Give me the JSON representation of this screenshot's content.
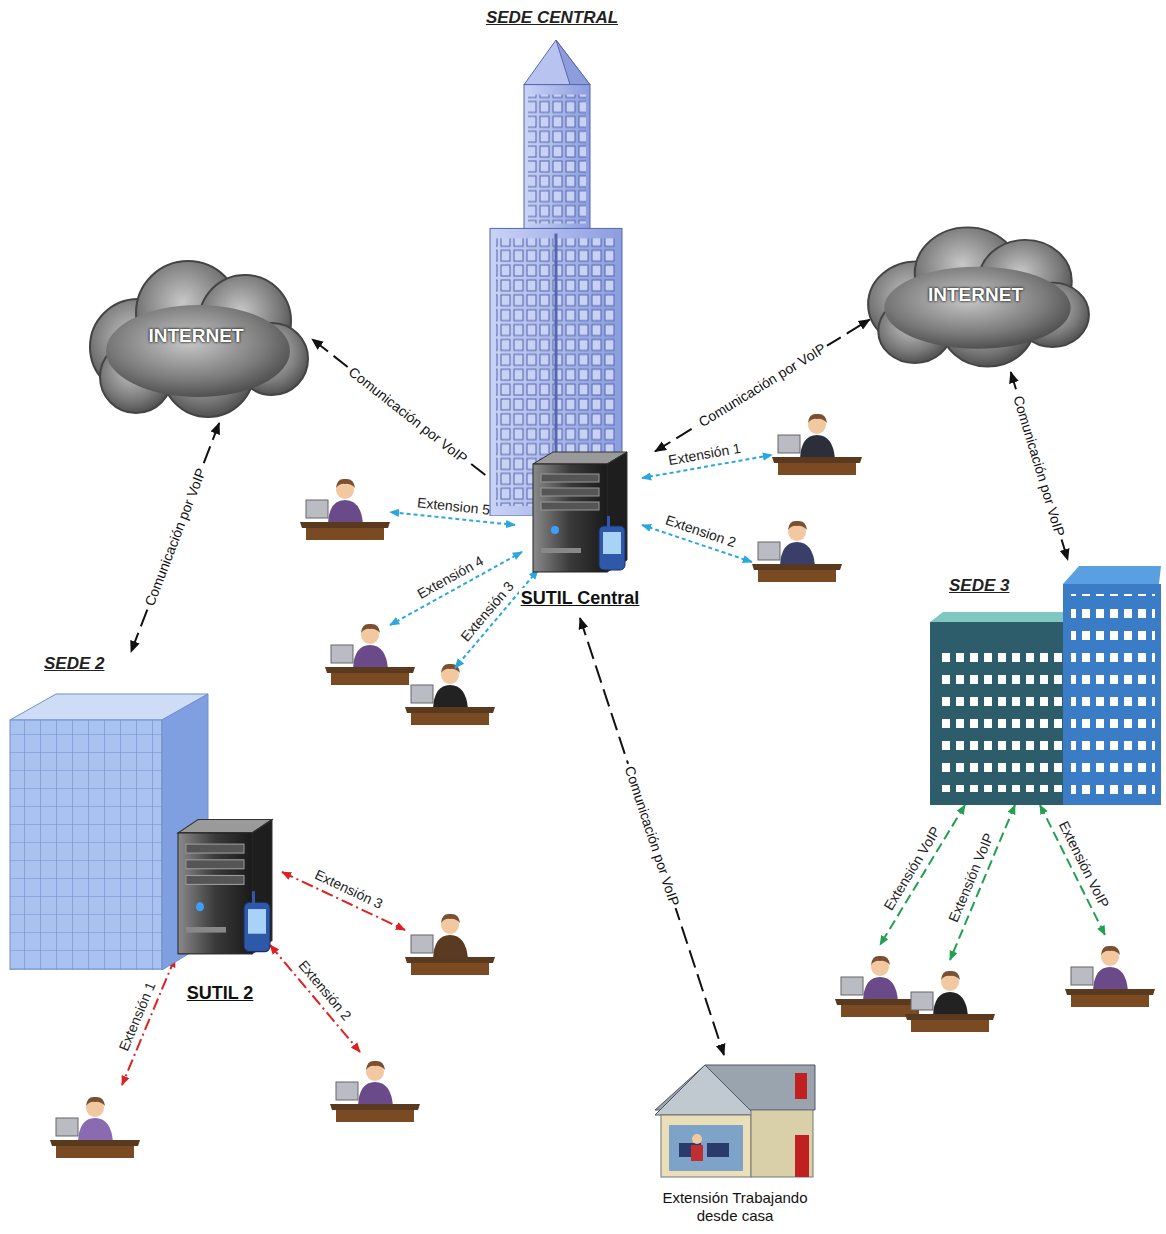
{
  "diagram": {
    "nodes": [
      {
        "text": [
          "SEDE CENTRAL"
        ]
      },
      {
        "text": [
          "SUTIL Central"
        ]
      },
      {
        "text": [
          "INTERNET"
        ]
      },
      {
        "text": [
          "INTERNET"
        ]
      },
      {
        "text": [
          "SEDE 2"
        ]
      },
      {
        "text": [
          "SUTIL 2"
        ]
      },
      {
        "text": [
          "SEDE 3"
        ]
      },
      {
        "text": [
          "Extensión Trabajando desde casa"
        ]
      }
    ],
    "edges": [
      {
        "from": 1,
        "to": 2,
        "label": "Comunicación por VoIP",
        "arrow": "both"
      },
      {
        "from": 1,
        "to": 3,
        "label": "Comunicación por VoIP",
        "arrow": "both"
      },
      {
        "from": 2,
        "to": 4,
        "label": "Comunicación por VoIP",
        "arrow": "both"
      },
      {
        "from": 3,
        "to": 6,
        "label": "Comunicación por VoIP",
        "arrow": "both"
      },
      {
        "from": 1,
        "to": 7,
        "label": "Comunicación por VoIP",
        "arrow": "both"
      }
    ],
    "labels": [
      "Extensión 1",
      "Extension 2",
      "Extension 5",
      "Extensión 4",
      "Extensión 3",
      "Extensión 1",
      "Extensión 2",
      "Extensión 3",
      "Extensión VoIP",
      "Extensión VoIP",
      "Extensión VoIP"
    ]
  }
}
